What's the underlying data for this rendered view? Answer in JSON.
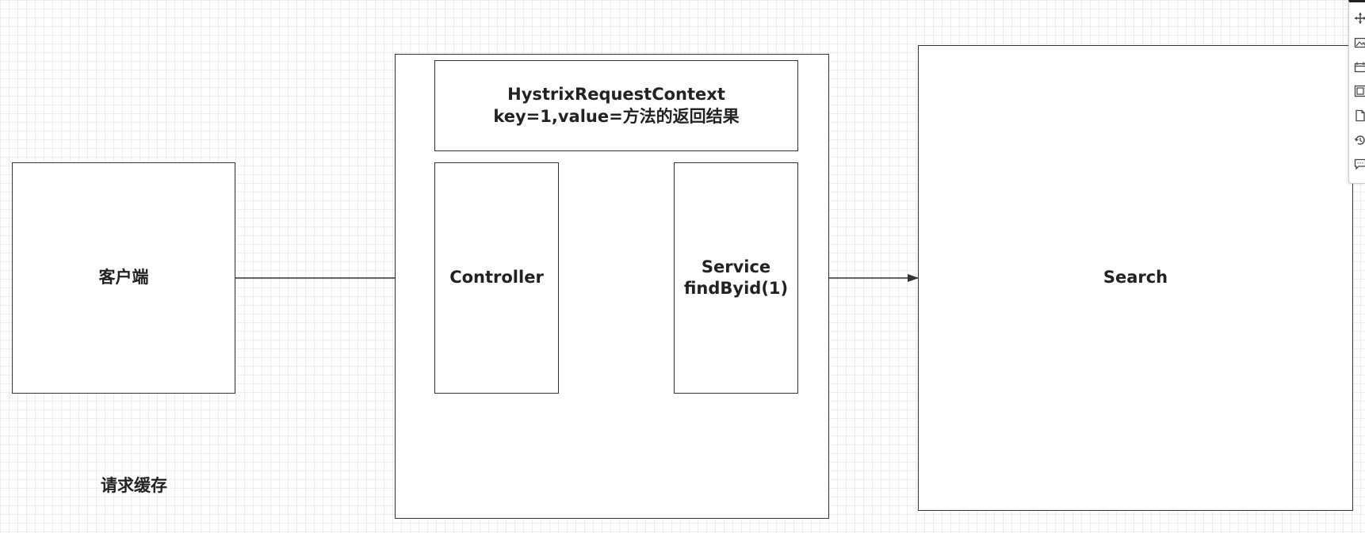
{
  "diagram": {
    "client_label": "客户端",
    "context_line1": "HystrixRequestContext",
    "context_line2": "key=1,value=方法的返回结果",
    "controller_label": "Controller",
    "service_line1": "Service",
    "service_line2": "findByid(1)",
    "search_label": "Search",
    "caption": "请求缓存"
  },
  "toolbar": {
    "icons": [
      "move-icon",
      "image-icon",
      "template-icon",
      "layout-icon",
      "page-icon",
      "history-icon",
      "comment-icon"
    ]
  },
  "colors": {
    "stroke": "#333333",
    "grid": "#ededed",
    "text": "#222222"
  }
}
